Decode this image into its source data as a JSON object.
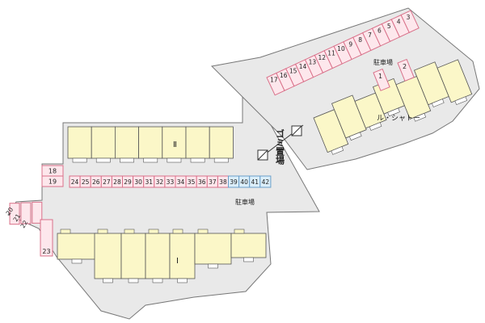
{
  "colors": {
    "lot": "#e9e9e9",
    "lot_stroke": "#777777",
    "building": "#fbf7c8",
    "building_stroke": "#555555",
    "stall_pink": "#fde7ec",
    "stall_pink_stroke": "#d9718a",
    "stall_blue": "#dbeefa",
    "stall_blue_stroke": "#6a9fc9",
    "text": "#222222"
  },
  "labels": {
    "building_upper_left": "Ⅱ",
    "building_lower_left": "Ⅰ",
    "building_right": "ル・シャトー",
    "parking_left": "駐車場",
    "parking_right": "駐車場",
    "garbage": "ゴミ置場"
  },
  "stalls": {
    "right_row": [
      "17",
      "16",
      "15",
      "14",
      "13",
      "12",
      "11",
      "10",
      "9",
      "8",
      "7",
      "6",
      "5",
      "4",
      "3"
    ],
    "right_extra": [
      "1",
      "2"
    ],
    "left_pair": [
      "18",
      "19"
    ],
    "main_row_pink": [
      "24",
      "25",
      "26",
      "27",
      "28",
      "29",
      "30",
      "31",
      "32",
      "33",
      "34",
      "35",
      "36",
      "37",
      "38"
    ],
    "main_row_blue": [
      "39",
      "40",
      "41",
      "42"
    ],
    "diagonal": [
      "20",
      "21",
      "22"
    ],
    "vertical": "23"
  }
}
